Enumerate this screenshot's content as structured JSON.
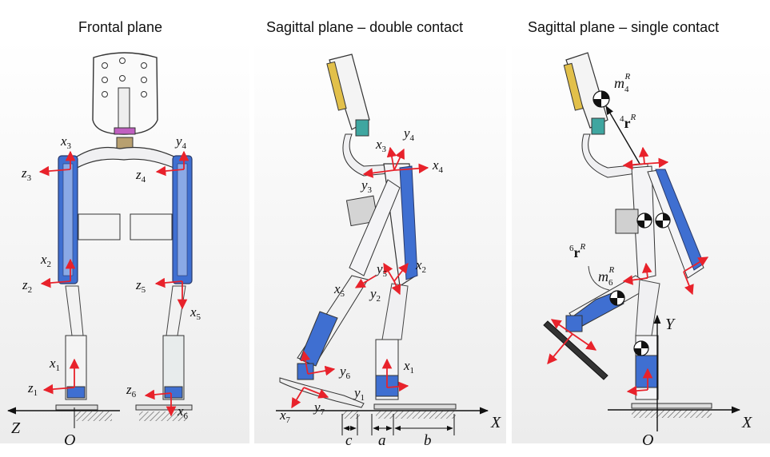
{
  "titles": {
    "frontal": "Frontal plane",
    "sagittal_double": "Sagittal plane – double contact",
    "sagittal_single": "Sagittal plane – single contact"
  },
  "frontal_labels": {
    "x3": "x",
    "x3_sub": "3",
    "y4": "y",
    "y4_sub": "4",
    "z3": "z",
    "z3_sub": "3",
    "z4": "z",
    "z4_sub": "4",
    "x2": "x",
    "x2_sub": "2",
    "z2": "z",
    "z2_sub": "2",
    "z5": "z",
    "z5_sub": "5",
    "x5": "x",
    "x5_sub": "5",
    "x1": "x",
    "x1_sub": "1",
    "z1": "z",
    "z1_sub": "1",
    "z6": "z",
    "z6_sub": "6",
    "x6": "x",
    "x6_sub": "6",
    "Z": "Z",
    "O": "O"
  },
  "double_labels": {
    "x3": "x",
    "x3_sub": "3",
    "y4": "y",
    "y4_sub": "4",
    "x4": "x",
    "x4_sub": "4",
    "y3": "y",
    "y3_sub": "3",
    "y5": "y",
    "y5_sub": "5",
    "x2": "x",
    "x2_sub": "2",
    "x5": "x",
    "x5_sub": "5",
    "y2": "y",
    "y2_sub": "2",
    "y6": "y",
    "y6_sub": "6",
    "x1": "x",
    "x1_sub": "1",
    "y1": "y",
    "y1_sub": "1",
    "y7": "y",
    "y7_sub": "7",
    "x7": "x",
    "x7_sub": "7",
    "X": "X",
    "c": "c",
    "a": "a",
    "b": "b"
  },
  "single_labels": {
    "m4": "m",
    "m4_sub": "4",
    "m4_sup": "R",
    "r4": "r",
    "r4_pre": "4",
    "r4_sup": "R",
    "r6": "r",
    "r6_pre": "6",
    "r6_sup": "R",
    "m6": "m",
    "m6_sub": "6",
    "m6_sup": "R",
    "Y": "Y",
    "X": "X",
    "O": "O"
  },
  "colors": {
    "arrow": "#e8222b",
    "link_blue": "#3f6fd1",
    "link_white": "#eef0f6",
    "outline": "#3a3a4a",
    "axis": "#111111",
    "panel_bg": "#f6f6f6"
  }
}
